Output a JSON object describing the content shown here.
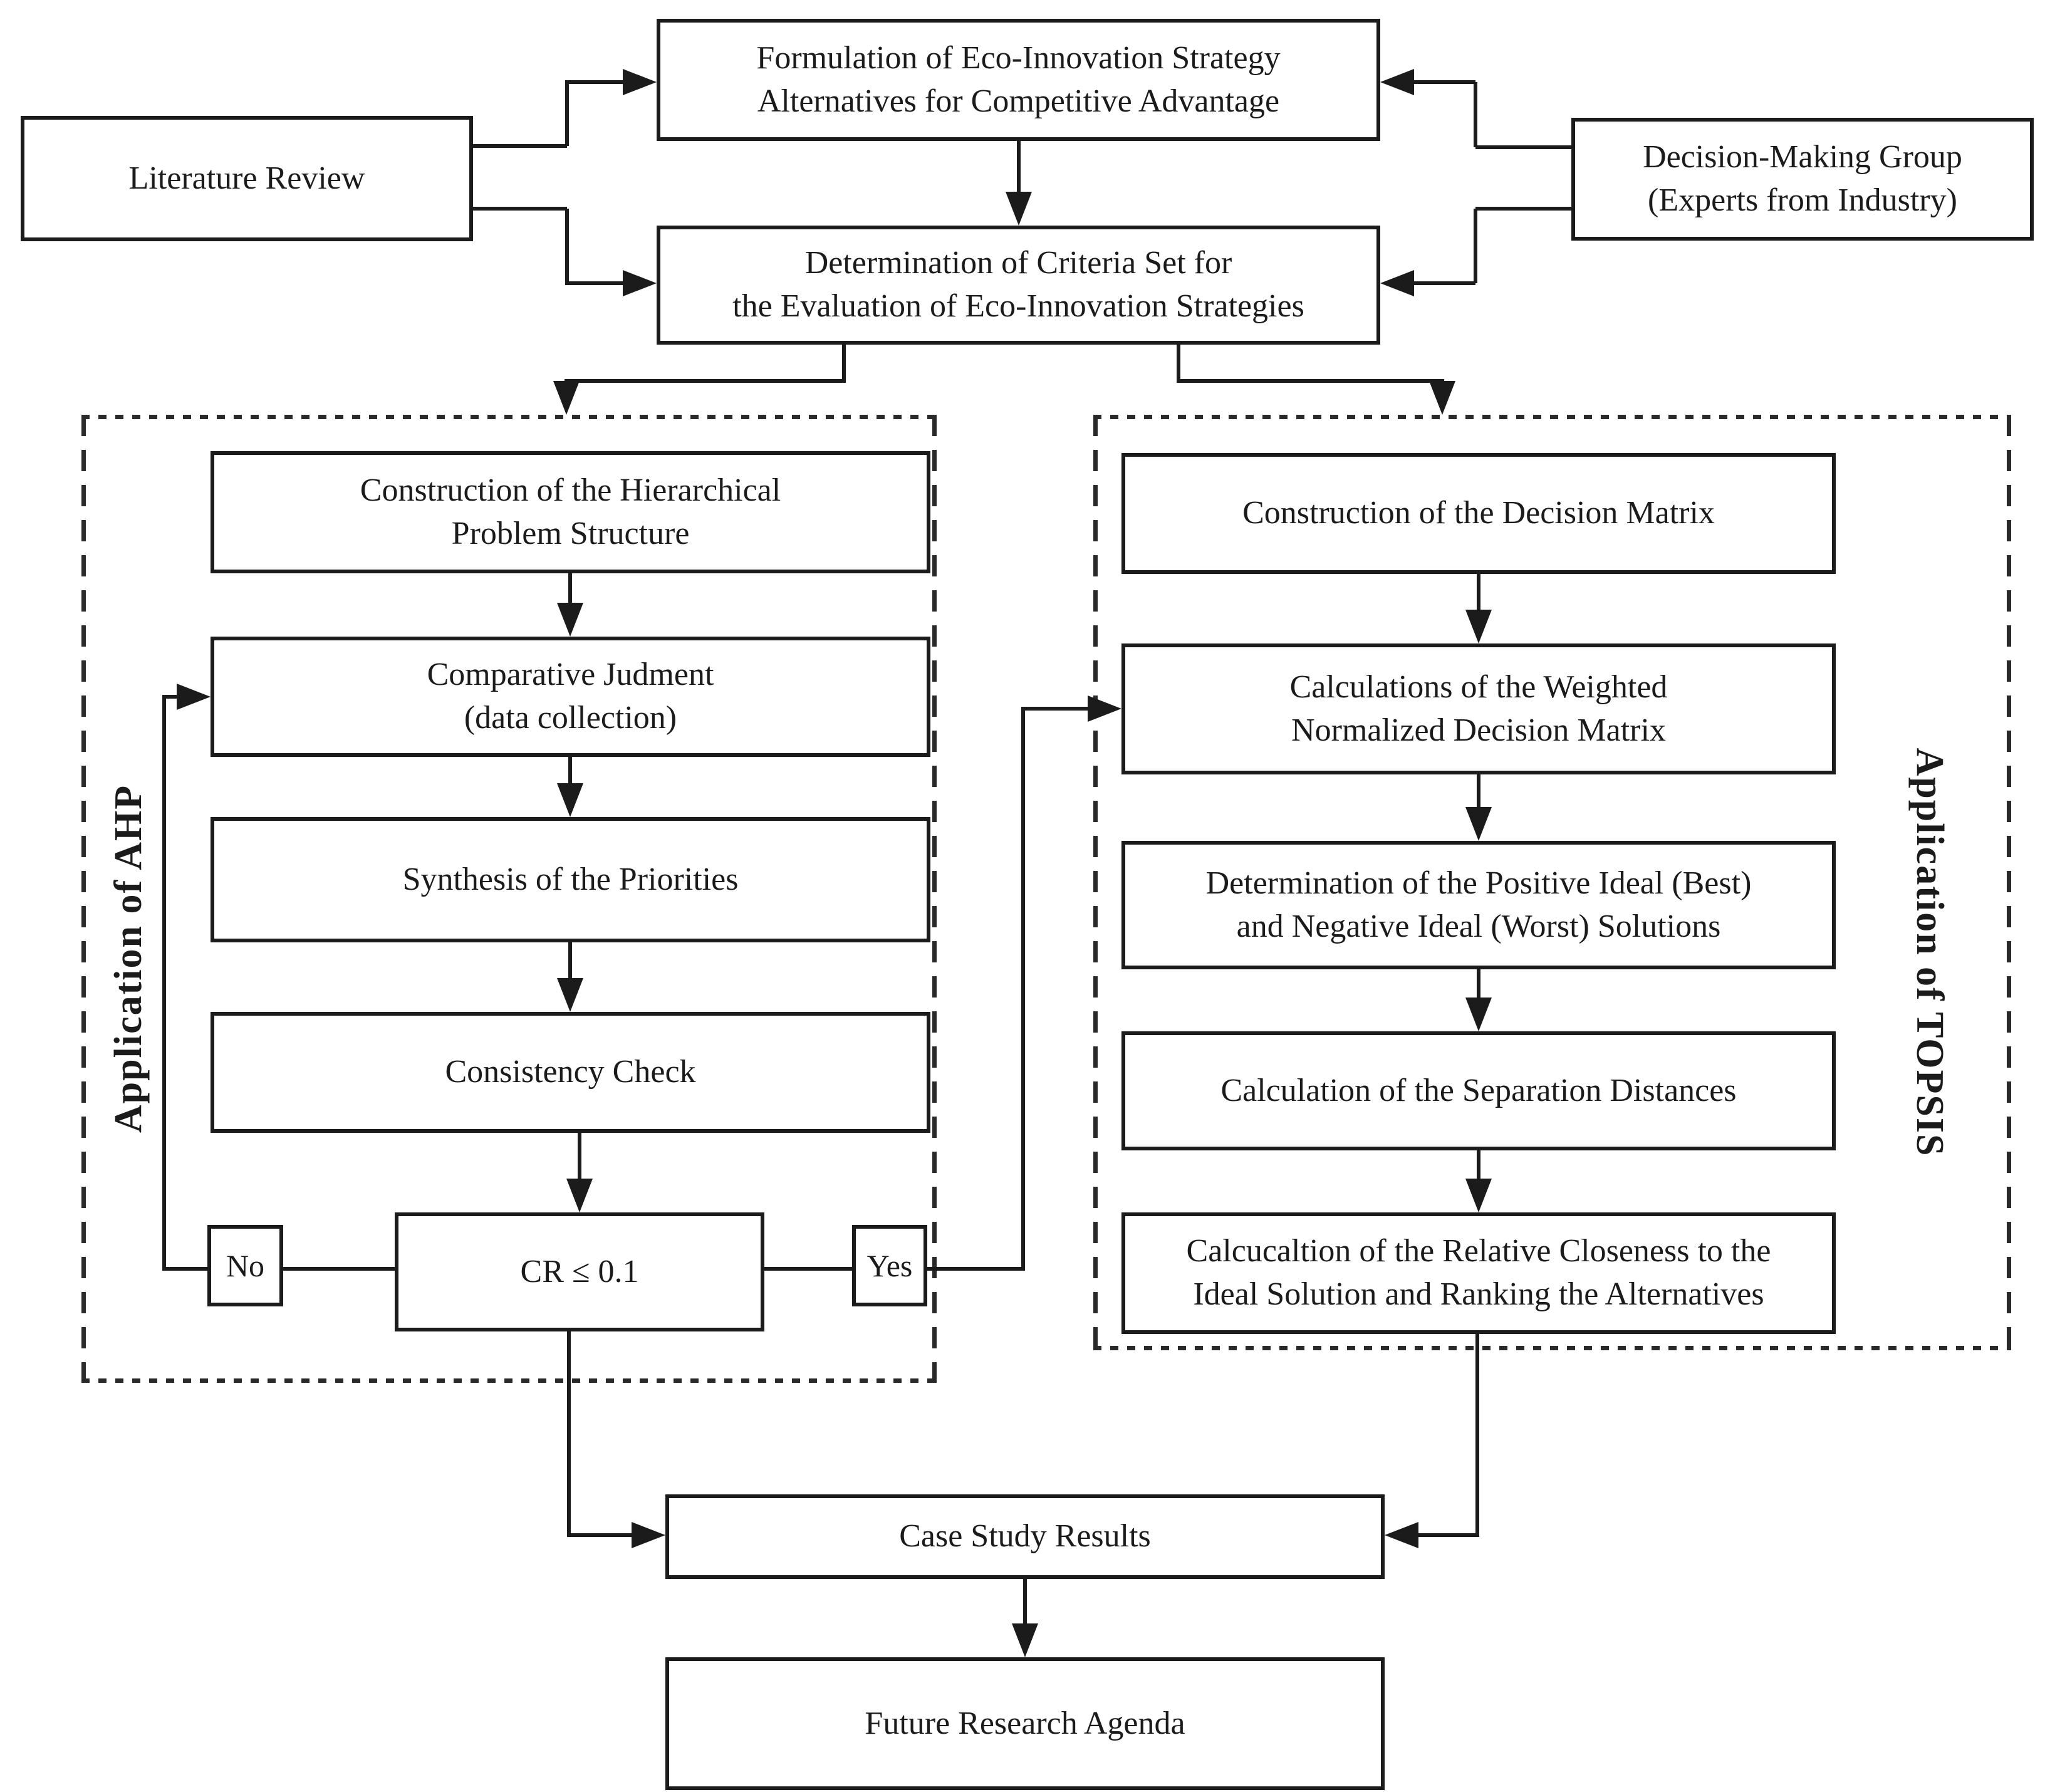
{
  "title": "AHP-TOPSIS Eco-Innovation Strategy Evaluation Flowchart",
  "colors": {
    "ink": "#1b1b1b",
    "background": "#ffffff"
  },
  "nodes": {
    "literature": {
      "label": "Literature Review"
    },
    "formulation": {
      "label": "Formulation of Eco-Innovation Strategy\nAlternatives for Competitive Advantage"
    },
    "decision_group": {
      "label": "Decision-Making Group\n(Experts from Industry)"
    },
    "criteria": {
      "label": "Determination of Criteria Set for\nthe Evaluation of Eco-Innovation Strategies"
    },
    "ahp": {
      "group_label": "Application of AHP",
      "steps": [
        {
          "label": "Construction of the Hierarchical\nProblem Structure"
        },
        {
          "label": "Comparative Judment\n(data collection)"
        },
        {
          "label": "Synthesis of the Priorities"
        },
        {
          "label": "Consistency Check"
        },
        {
          "label": "CR ≤ 0.1"
        }
      ],
      "no_label": "No",
      "yes_label": "Yes"
    },
    "topsis": {
      "group_label": "Application of TOPSIS",
      "steps": [
        {
          "label": "Construction of the Decision Matrix"
        },
        {
          "label": "Calculations of the Weighted\nNormalized Decision Matrix"
        },
        {
          "label": "Determination of the Positive Ideal (Best)\nand Negative Ideal (Worst) Solutions"
        },
        {
          "label": "Calculation of the Separation Distances"
        },
        {
          "label": "Calcucaltion of the Relative Closeness to the\nIdeal Solution and Ranking the Alternatives"
        }
      ]
    },
    "case_study": {
      "label": "Case Study Results"
    },
    "future": {
      "label": "Future Research Agenda"
    }
  }
}
